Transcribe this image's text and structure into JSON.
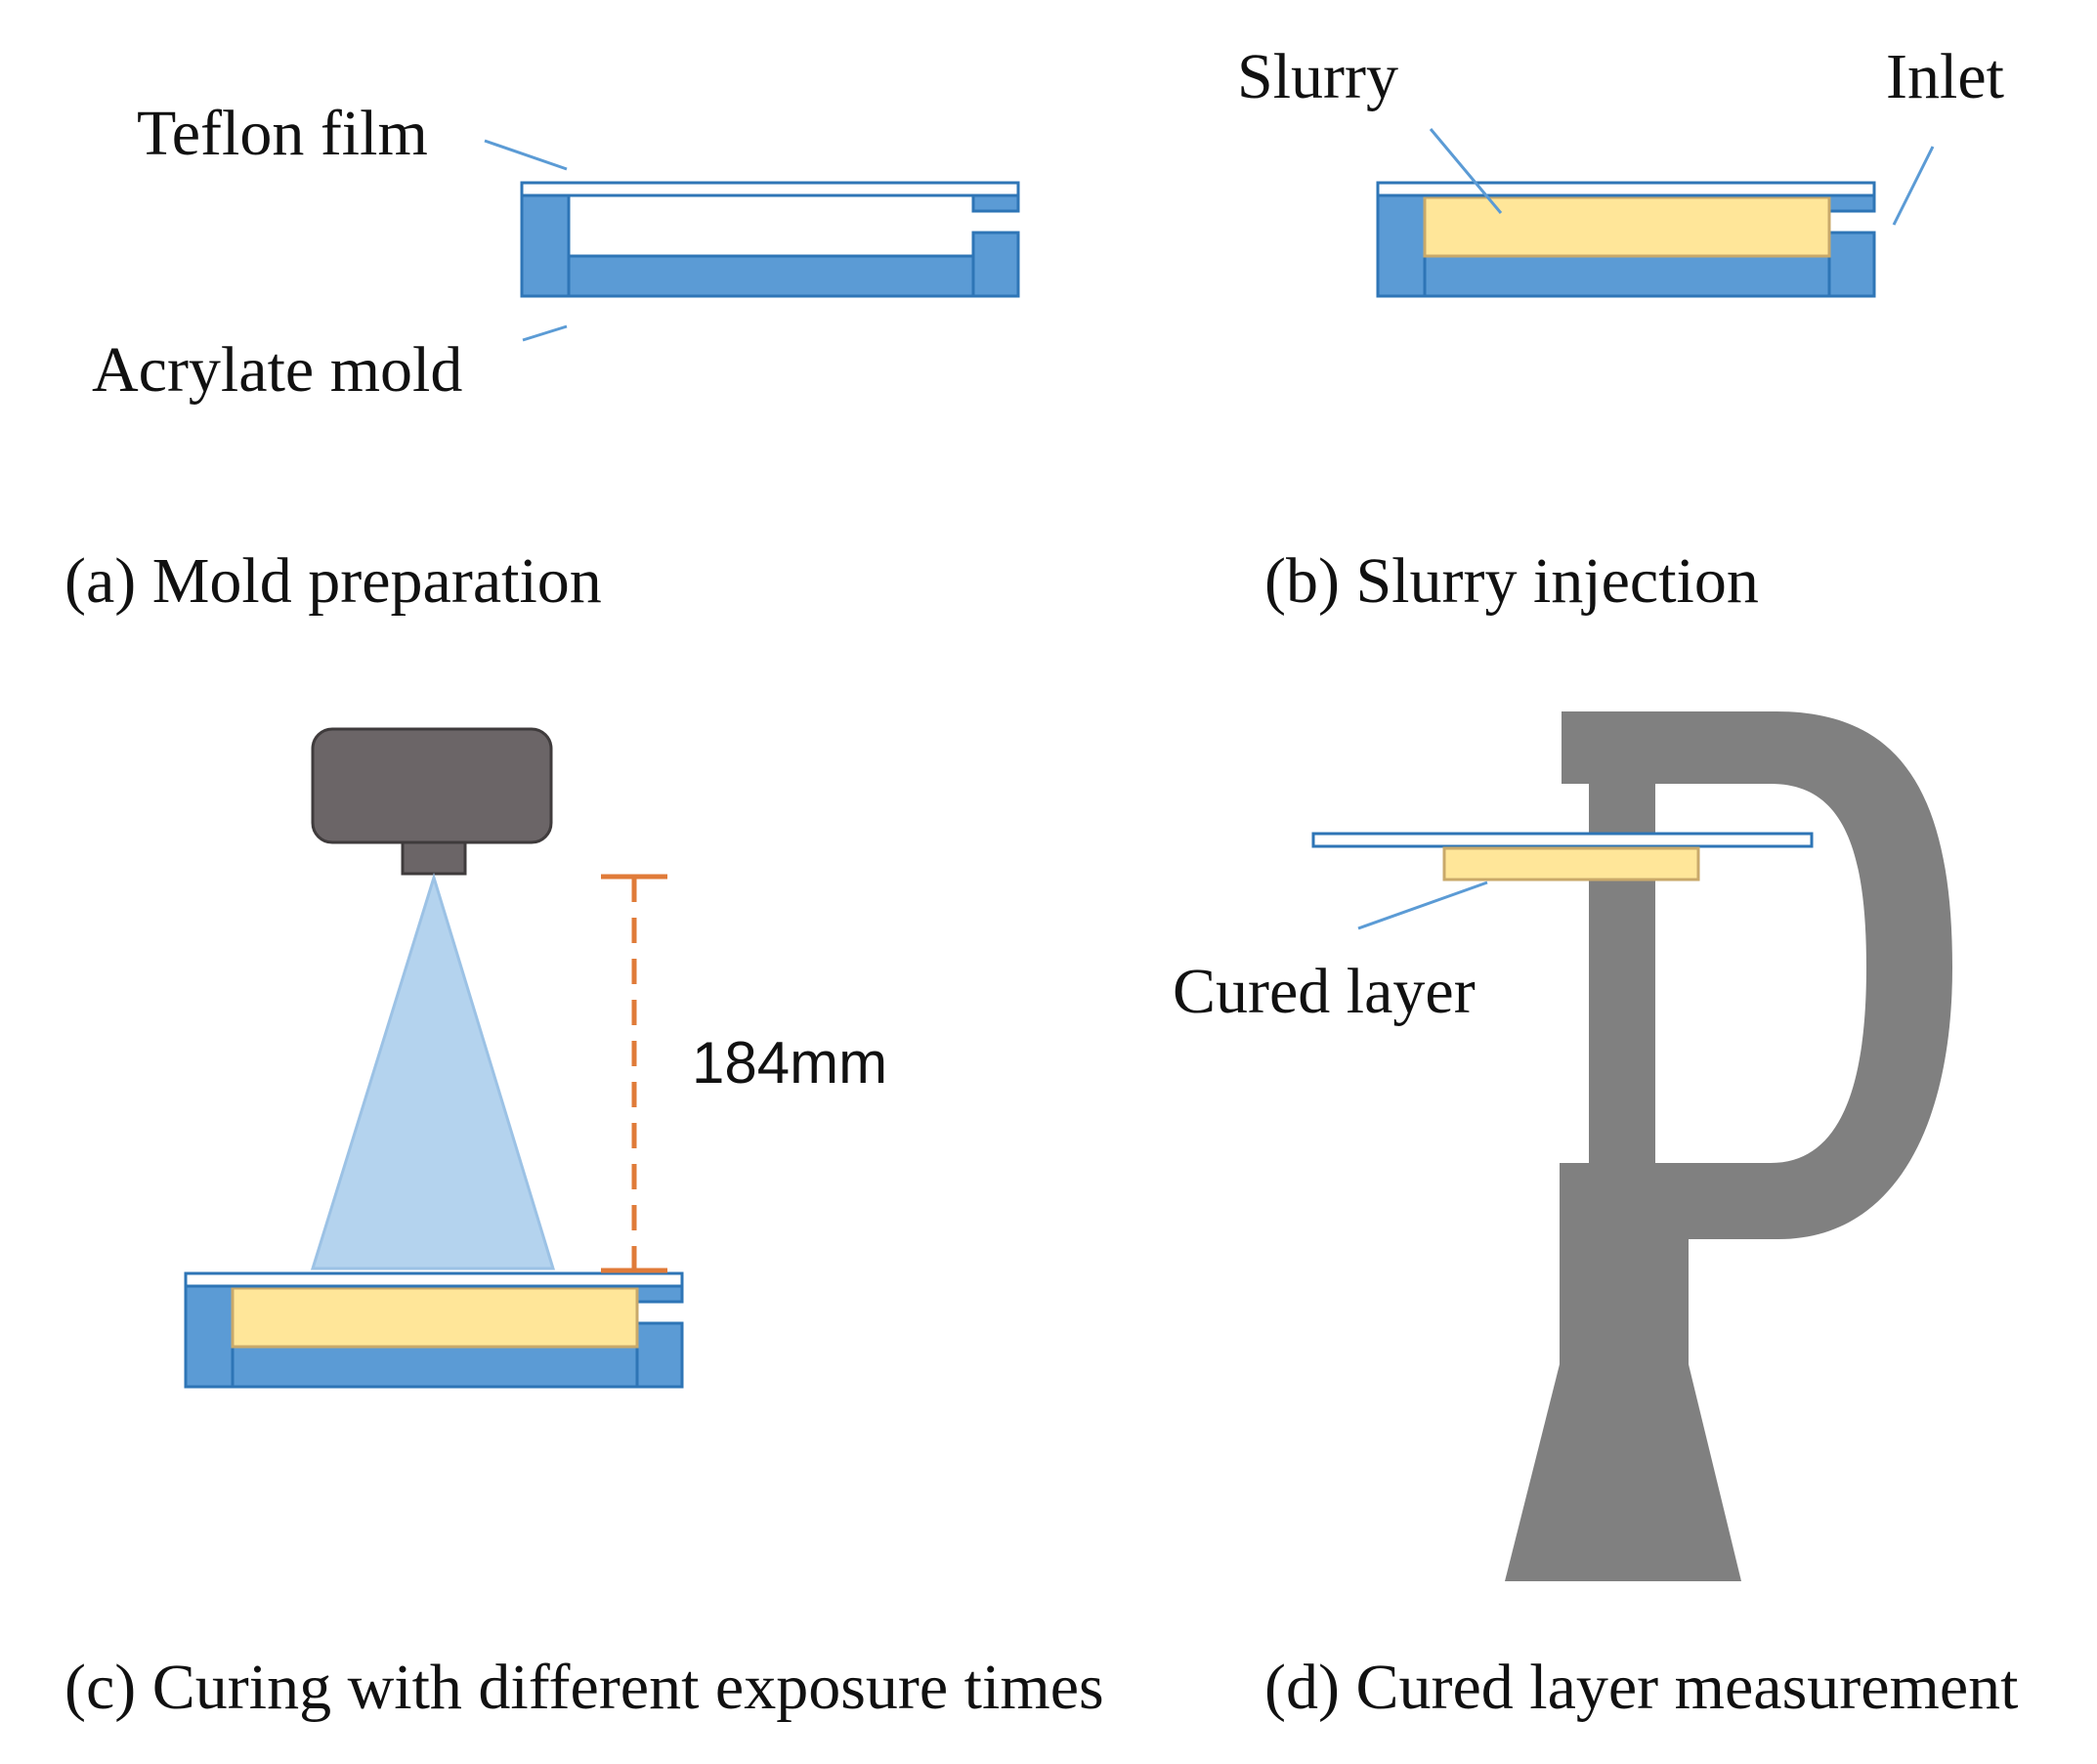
{
  "panel_a": {
    "caption": "(a) Mold preparation",
    "label_film": "Teflon film",
    "label_mold": "Acrylate mold"
  },
  "panel_b": {
    "caption": "(b) Slurry injection",
    "label_slurry": "Slurry",
    "label_inlet": "Inlet"
  },
  "panel_c": {
    "caption": "(c) Curing with different exposure times",
    "distance_label": "184mm"
  },
  "panel_d": {
    "caption": "(d) Cured layer measurement",
    "label_cured": "Cured layer"
  },
  "colors": {
    "mold_blue": "#5b9bd5",
    "mold_edge": "#2e75b6",
    "slurry_yellow": "#ffe699",
    "slurry_edge": "#c9a96a",
    "film_fill": "#ffffff",
    "light_cone": "#b4d3ee",
    "lamp_body": "#6b6567",
    "gauge_gray": "#808080",
    "dimension_orange": "#e07b39",
    "leader_line": "#5b9bd5"
  }
}
